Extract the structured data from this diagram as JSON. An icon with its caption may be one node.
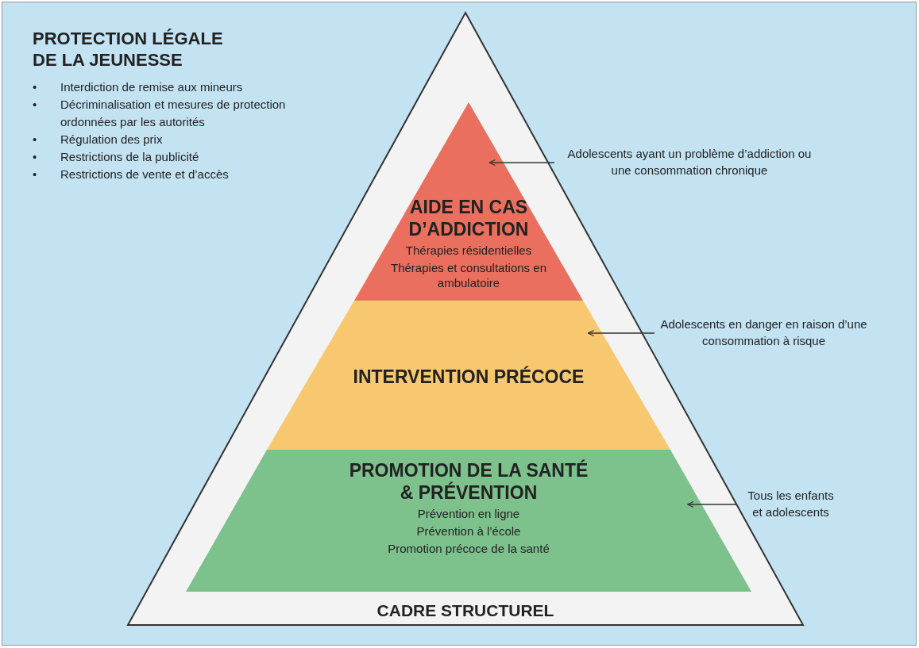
{
  "diagram": {
    "nodes": [
      {
        "text": [
          "CADRE STRUCTUREL"
        ]
      },
      {
        "text": [
          "AIDE EN CAS D’ADDICTION",
          "Thérapies résidentielles",
          "Thérapies et consultations en ambulatoire"
        ],
        "in": 0
      },
      {
        "text": [
          "INTERVENTION PRÉCOCE"
        ],
        "in": 0
      },
      {
        "text": [
          "PROMOTION DE LA SANTÉ & PRÉVENTION",
          "Prévention en ligne",
          "Prévention à l’école",
          "Promotion précoce de la santé"
        ],
        "in": 0
      },
      {
        "text": [
          "Adolescents ayant un problème d’addiction ou une consommation chronique"
        ]
      },
      {
        "text": [
          "Adolescents en danger en raison d’une consommation à risque"
        ]
      },
      {
        "text": [
          "Tous les enfants et adolescents"
        ]
      }
    ],
    "edges": [
      {
        "from": 4,
        "to": 1,
        "arrow": "to"
      },
      {
        "from": 5,
        "to": 2,
        "arrow": "to"
      },
      {
        "from": 6,
        "to": 3,
        "arrow": "to"
      }
    ],
    "labels": [
      "PROTECTION LÉGALE DE LA JEUNESSE",
      "•",
      "Interdiction de remise aux mineurs",
      "•",
      "Décriminalisation et mesures de protection ordonnées par les autorités",
      "•",
      "Régulation des prix",
      "•",
      "Restrictions de la publicité",
      "•",
      "Restrictions de vente et d’accès"
    ]
  }
}
